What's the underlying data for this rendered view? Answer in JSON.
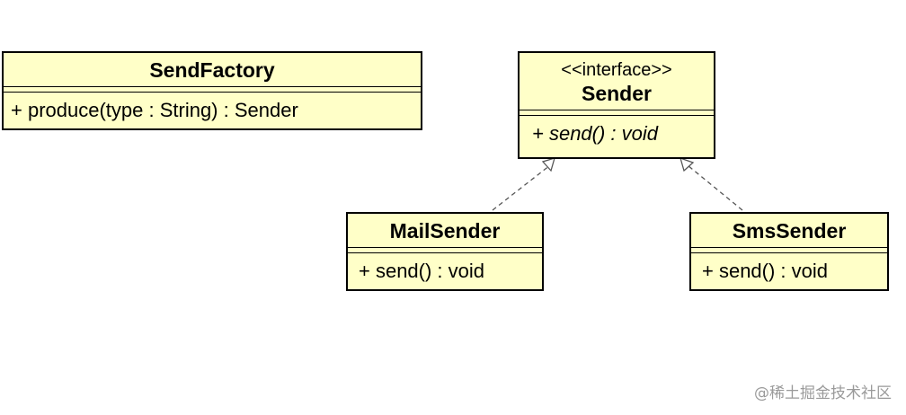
{
  "classes": {
    "send_factory": {
      "name": "SendFactory",
      "operation": "+ produce(type : String) : Sender"
    },
    "sender": {
      "stereotype": "<<interface>>",
      "name": "Sender",
      "operation": "+ send() : void"
    },
    "mail_sender": {
      "name": "MailSender",
      "operation": "+ send() : void"
    },
    "sms_sender": {
      "name": "SmsSender",
      "operation": "+ send() : void"
    }
  },
  "colors": {
    "class_fill": "#ffffc8",
    "border": "#000000",
    "connector": "#555555"
  },
  "watermark": "@稀土掘金技术社区"
}
